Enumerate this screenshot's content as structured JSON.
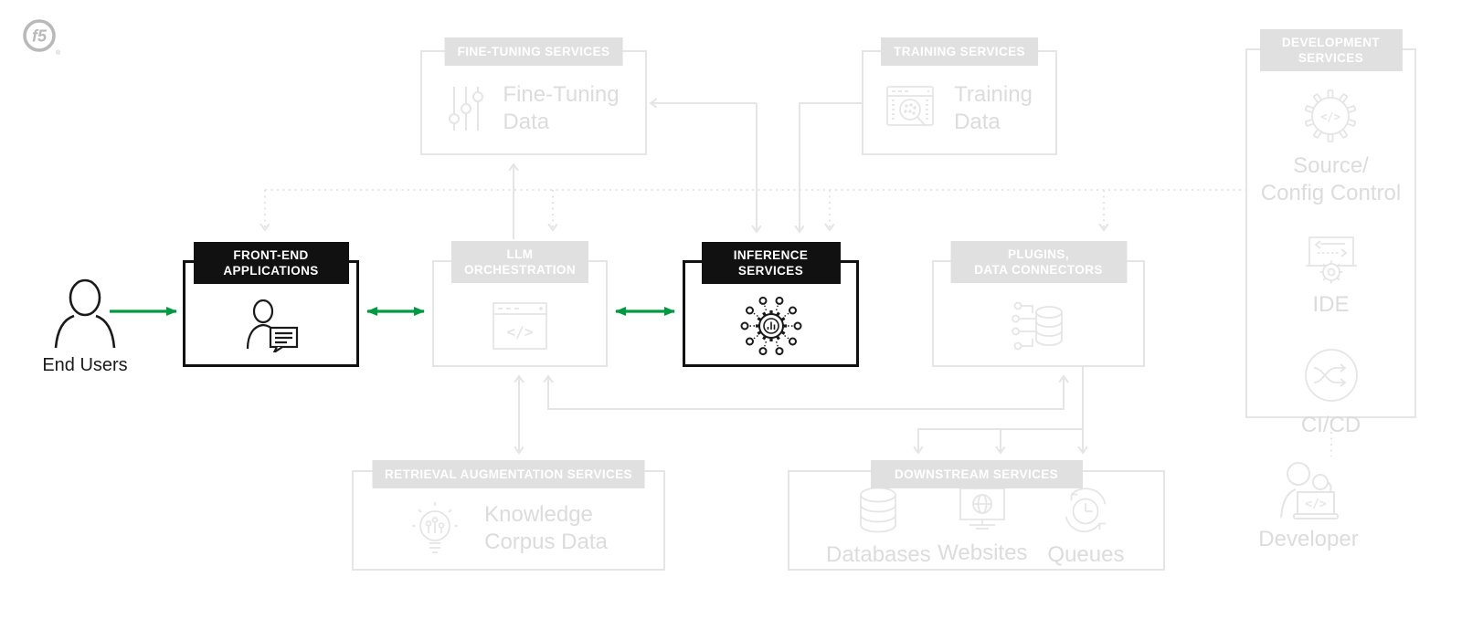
{
  "colors": {
    "accent_green": "#009b3e",
    "ink": "#111111",
    "line_gray": "#e5e5e5",
    "header_gray": "#e0e0e0",
    "faded_text": "#dcdcdc",
    "logo_gray": "#b9b9b9",
    "label_ink": "#1a1a1a",
    "white": "#ffffff"
  },
  "logo": {
    "text": "f5",
    "registered": "®"
  },
  "end_users": {
    "label": "End Users"
  },
  "icon_glyphs": {
    "code": "</>"
  },
  "boxes": {
    "fine_tuning": {
      "header": "FINE-TUNING SERVICES",
      "highlighted": false,
      "item": {
        "line1": "Fine-Tuning",
        "line2": "Data"
      }
    },
    "training": {
      "header": "TRAINING SERVICES",
      "highlighted": false,
      "item": {
        "line1": "Training",
        "line2": "Data"
      }
    },
    "development": {
      "header_line1": "DEVELOPMENT",
      "header_line2": "SERVICES",
      "highlighted": false,
      "items": {
        "source_config": {
          "line1": "Source/",
          "line2": "Config Control"
        },
        "ide": {
          "label": "IDE"
        },
        "cicd": {
          "label": "CI/CD"
        }
      },
      "footer_item": {
        "label": "Developer"
      }
    },
    "front_end": {
      "header_line1": "FRONT-END",
      "header_line2": "APPLICATIONS",
      "highlighted": true
    },
    "llm_orchestration": {
      "header_line1": "LLM",
      "header_line2": "ORCHESTRATION",
      "highlighted": false
    },
    "inference": {
      "header_line1": "INFERENCE",
      "header_line2": "SERVICES",
      "highlighted": true
    },
    "plugins": {
      "header_line1": "PLUGINS,",
      "header_line2": "DATA CONNECTORS",
      "highlighted": false
    },
    "retrieval": {
      "header": "RETRIEVAL AUGMENTATION SERVICES",
      "highlighted": false,
      "item": {
        "line1": "Knowledge",
        "line2": "Corpus Data"
      }
    },
    "downstream": {
      "header": "DOWNSTREAM SERVICES",
      "highlighted": false,
      "items": [
        {
          "label": "Databases"
        },
        {
          "label": "Websites"
        },
        {
          "label": "Queues"
        }
      ]
    }
  }
}
